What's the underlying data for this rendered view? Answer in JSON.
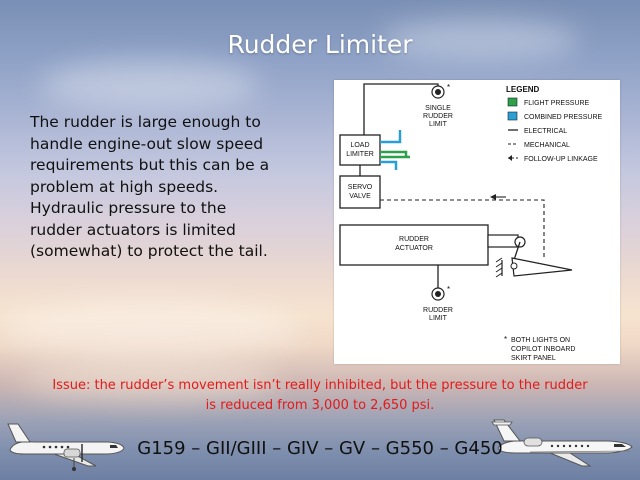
{
  "slide": {
    "title": "Rudder Limiter",
    "body_lines": [
      "The rudder is large enough to",
      "handle engine-out slow speed",
      "requirements but this can be a",
      "problem at high speeds.",
      "Hydraulic pressure to the",
      "rudder actuators is limited",
      "(somewhat) to protect the tail."
    ],
    "issue_lines": [
      "Issue: the rudder’s movement isn’t really inhibited, but the pressure to the rudder",
      "is reduced from 3,000 to 2,650 psi."
    ],
    "footer": "G159 – GII/GIII – GIV – GV – G550 – G450"
  },
  "diagram": {
    "legend_title": "LEGEND",
    "legend": [
      {
        "label": "FLIGHT PRESSURE",
        "color": "#2ca04a"
      },
      {
        "label": "COMBINED PRESSURE",
        "color": "#2a9fd6"
      },
      {
        "label": "ELECTRICAL"
      },
      {
        "label": "MECHANICAL"
      },
      {
        "label": "FOLLOW-UP LINKAGE"
      }
    ],
    "single_rudder_limit": [
      "SINGLE",
      "RUDDER",
      "LIMIT"
    ],
    "load_limiter": [
      "LOAD",
      "LIMITER"
    ],
    "servo_valve": [
      "SERVO",
      "VALVE"
    ],
    "rudder_actuator": [
      "RUDDER",
      "ACTUATOR"
    ],
    "rudder_limit": [
      "RUDDER",
      "LIMIT"
    ],
    "note": [
      "BOTH LIGHTS ON",
      "COPILOT INBOARD",
      "SKIRT PANEL"
    ],
    "asterisk": "*"
  }
}
